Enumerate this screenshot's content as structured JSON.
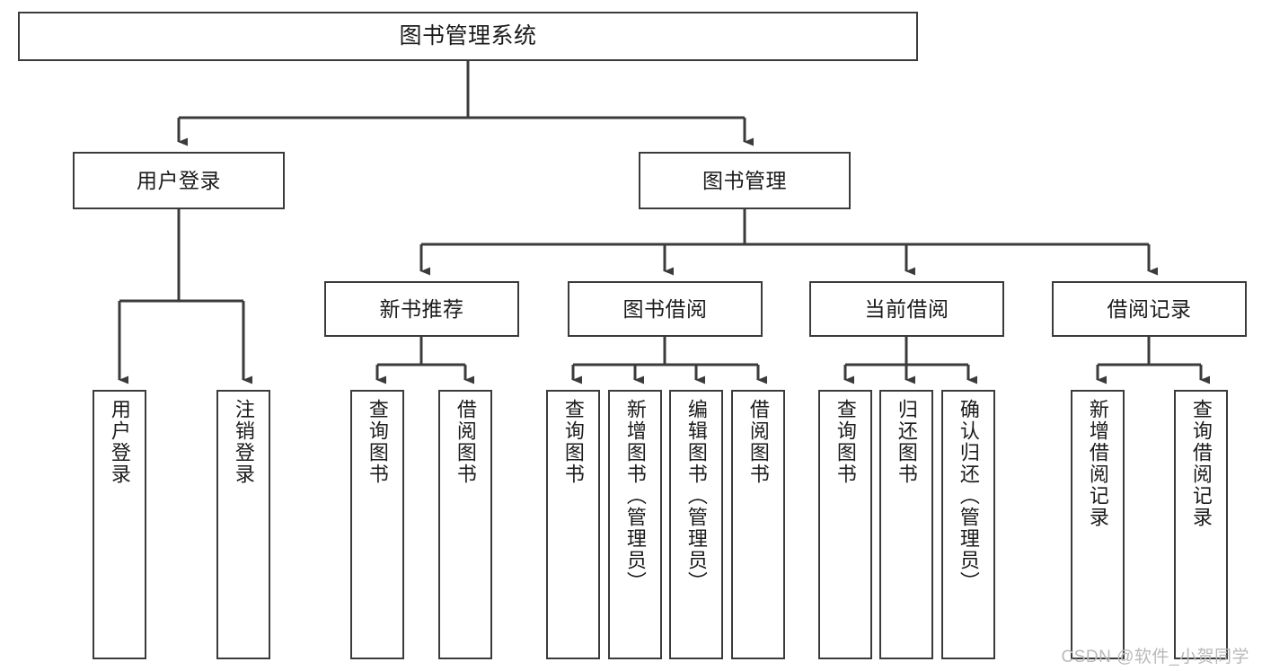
{
  "diagram": {
    "title": "图书管理系统",
    "type": "tree-hierarchy-diagram",
    "colors": {
      "box_border": "#3b3b3b",
      "box_fill": "#ffffff",
      "connector": "#3b3b3b",
      "text": "#1b1b1b",
      "watermark": "#b9b9b9"
    },
    "root": {
      "label": "图书管理系统"
    },
    "level2": [
      {
        "label": "用户登录"
      },
      {
        "label": "图书管理"
      }
    ],
    "level3": [
      {
        "label": "新书推荐"
      },
      {
        "label": "图书借阅"
      },
      {
        "label": "当前借阅"
      },
      {
        "label": "借阅记录"
      }
    ],
    "leaves": {
      "user_login": [
        {
          "label": "用户登录"
        },
        {
          "label": "注销登录"
        }
      ],
      "new_book_recommend": [
        {
          "label": "查询图书"
        },
        {
          "label": "借阅图书"
        }
      ],
      "book_borrow": [
        {
          "label": "查询图书"
        },
        {
          "label": "新增图书（管理员）"
        },
        {
          "label": "编辑图书（管理员）"
        },
        {
          "label": "借阅图书"
        }
      ],
      "current_borrow": [
        {
          "label": "查询图书"
        },
        {
          "label": "归还图书"
        },
        {
          "label": "确认归还（管理员）"
        }
      ],
      "borrow_record": [
        {
          "label": "新增借阅记录"
        },
        {
          "label": "查询借阅记录"
        }
      ]
    },
    "watermark": "CSDN @软件_小贺同学"
  }
}
